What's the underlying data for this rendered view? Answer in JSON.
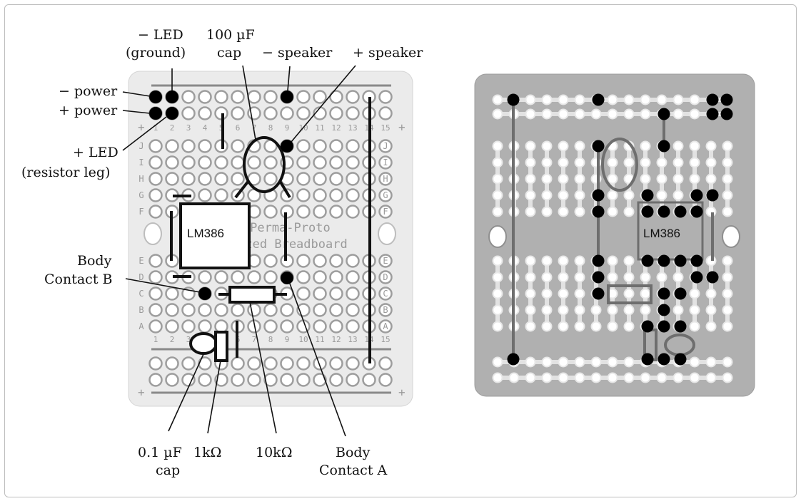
{
  "colors": {
    "left_board": "#ebebeb",
    "right_board": "#b0b0b0",
    "marker": "#000000",
    "component_outline": "#6e6e6e"
  },
  "callouts": {
    "led_ground_l1": "− LED",
    "led_ground_l2": "(ground)",
    "cap100_l1": "100 µF",
    "cap100_l2": "cap",
    "speaker_minus": "− speaker",
    "speaker_plus": "+ speaker",
    "power_minus": "− power",
    "power_plus": "+ power",
    "led_plus_l1": "+ LED",
    "led_plus_l2": "(resistor leg)",
    "body_b_l1": "Body",
    "body_b_l2": "Contact B",
    "cap01_l1": "0.1 µF",
    "cap01_l2": "cap",
    "res1k": "1kΩ",
    "res10k": "10kΩ",
    "body_a_l1": "Body",
    "body_a_l2": "Contact A"
  },
  "left_board": {
    "chip_label": "LM386",
    "silkscreen_l1": "Adafruit Perma-Proto",
    "silkscreen_l2": "1/4 Sized Breadboard",
    "column_numbers": [
      "1",
      "2",
      "3",
      "4",
      "5",
      "6",
      "7",
      "8",
      "9",
      "10",
      "11",
      "12",
      "13",
      "14",
      "15"
    ],
    "row_letters_top": [
      "J",
      "I",
      "H",
      "G",
      "F"
    ],
    "row_letters_bottom": [
      "E",
      "D",
      "C",
      "B",
      "A"
    ]
  },
  "right_board": {
    "chip_label": "LM386"
  }
}
